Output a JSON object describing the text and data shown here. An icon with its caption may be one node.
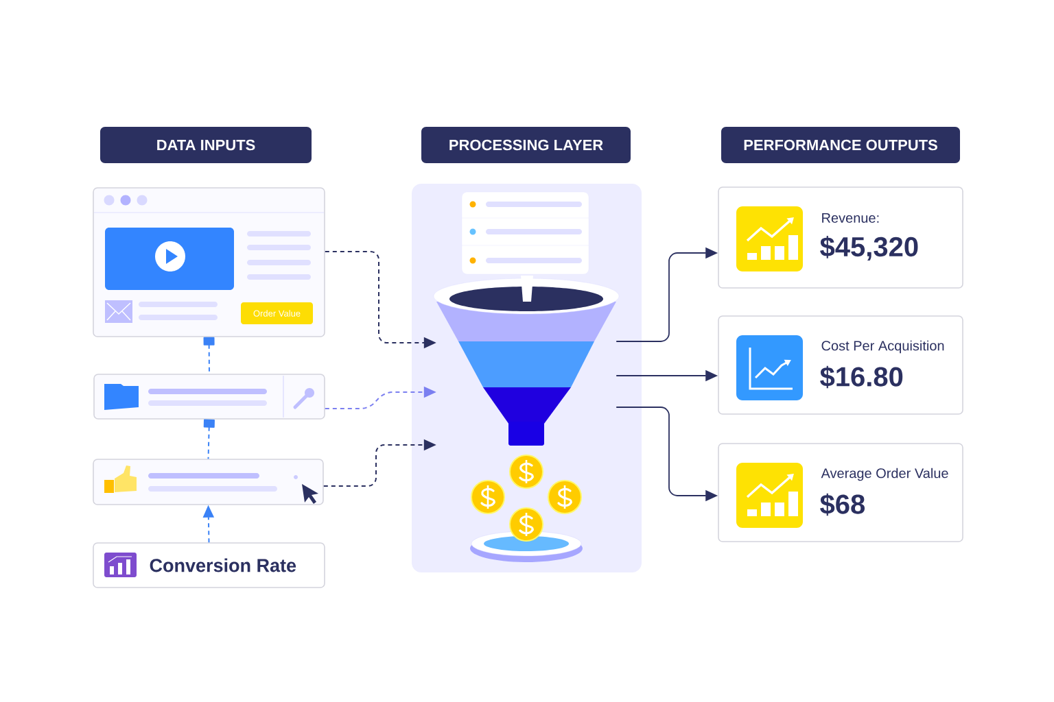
{
  "diagram": {
    "nodes": [
      {
        "text": [
          "DATA INPUTS"
        ]
      },
      {
        "text": [
          "PROCESSING LAYER"
        ]
      },
      {
        "text": [
          "PERFORMANCE OUTPUTS"
        ]
      },
      {
        "text": [],
        "shape": "box"
      },
      {
        "text": [
          "Order Value"
        ],
        "in": 3
      },
      {
        "text": [],
        "shape": "box"
      },
      {
        "text": [],
        "shape": "box"
      },
      {
        "text": [
          "Conversion Rate"
        ]
      },
      {
        "text": [],
        "shape": "box"
      },
      {
        "text": [],
        "shape": "picture",
        "in": 8
      },
      {
        "text": [
          "Revenue:",
          "$45,320"
        ]
      },
      {
        "text": [
          "Cost Per Acquisition",
          "$16.80"
        ]
      },
      {
        "text": [
          "Average Order Value",
          "$68"
        ]
      }
    ],
    "edges": [
      {
        "from": 3,
        "to": 9,
        "arrow": "to",
        "style": "dashed"
      },
      {
        "from": 5,
        "to": 9,
        "arrow": "to",
        "style": "dashed",
        "color": "#7b7ff0"
      },
      {
        "from": 6,
        "to": 9,
        "arrow": "to",
        "style": "dashed"
      },
      {
        "from": 3,
        "to": 5,
        "arrow": "other",
        "style": "dashed",
        "color": "#3b82f6"
      },
      {
        "from": 5,
        "to": 6,
        "arrow": "other",
        "style": "dashed",
        "color": "#3b82f6"
      },
      {
        "from": 7,
        "to": 6,
        "arrow": "to",
        "style": "dashed",
        "color": "#3b82f6"
      },
      {
        "from": 9,
        "to": 10,
        "arrow": "to"
      },
      {
        "from": 9,
        "to": 11,
        "arrow": "to"
      },
      {
        "from": 9,
        "to": 12,
        "arrow": "to"
      }
    ]
  }
}
